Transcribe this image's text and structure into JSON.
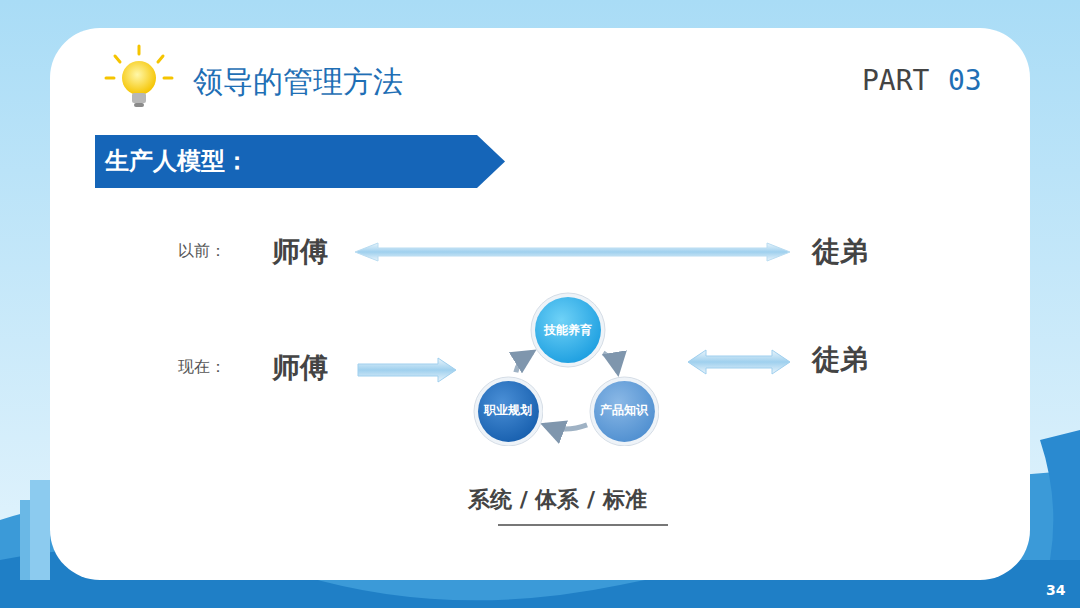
{
  "diagram": {
    "title": "领导的管理方法",
    "nodes": [
      {
        "text": [
          "生产人模型："
        ]
      },
      {
        "text": [
          "技能养育"
        ]
      },
      {
        "text": [
          "职业规划"
        ]
      },
      {
        "text": [
          "产品知识"
        ]
      }
    ],
    "edges": [
      {
        "from": 2,
        "to": 1,
        "arrow": "to"
      },
      {
        "from": 1,
        "to": 3,
        "arrow": "to"
      },
      {
        "from": 3,
        "to": 2,
        "arrow": "to"
      }
    ],
    "labels": [
      "PART",
      "03",
      "以前：",
      "师傅",
      "徒弟",
      "现在：",
      "师傅",
      "徒弟",
      "系统 / 体系 / 标准",
      "34"
    ]
  }
}
